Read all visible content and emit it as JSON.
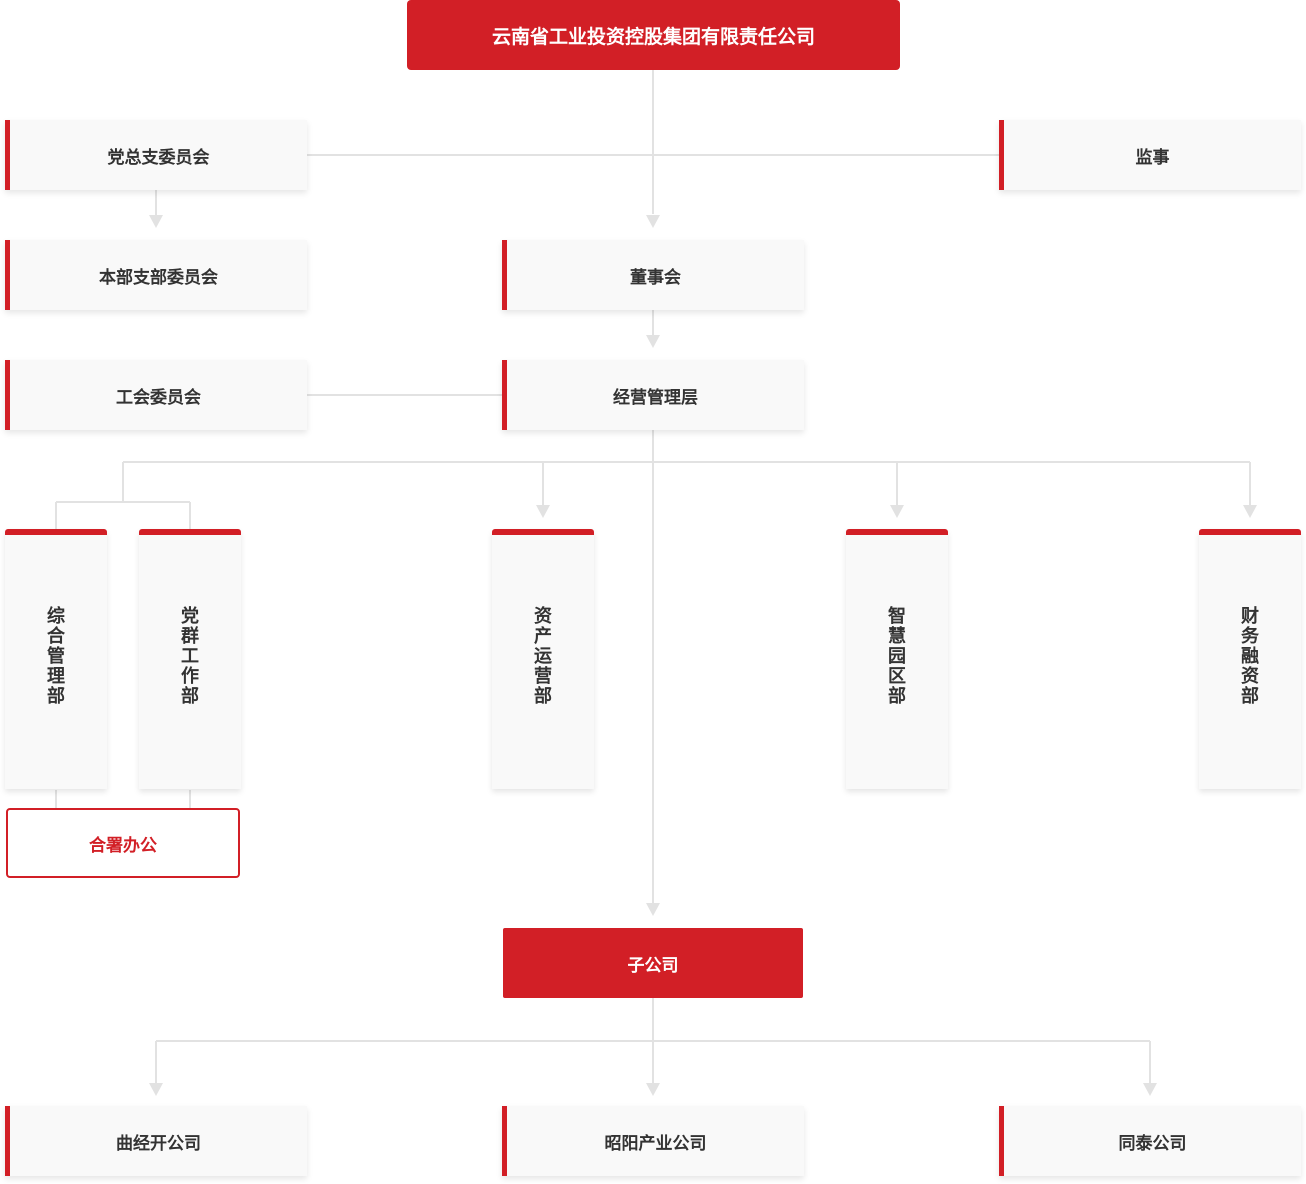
{
  "colors": {
    "accent": "#d21f26",
    "line": "#e0e0e0",
    "box": "#f9f9f9"
  },
  "root": "云南省工业投资控股集团有限责任公司",
  "party_committee": "党总支委员会",
  "supervisor": "监事",
  "branch_committee": "本部支部委员会",
  "board": "董事会",
  "union": "工会委员会",
  "management": "经营管理层",
  "departments": {
    "general": "综合管理部",
    "party_mass": "党群工作部",
    "asset_ops": "资产运营部",
    "smart_park": "智慧园区部",
    "finance": "财务融资部"
  },
  "joint_office": "合署办公",
  "subsidiaries": {
    "label": "子公司",
    "qujing": "曲经开公司",
    "zhaoyang": "昭阳产业公司",
    "tongtai": "同泰公司"
  }
}
